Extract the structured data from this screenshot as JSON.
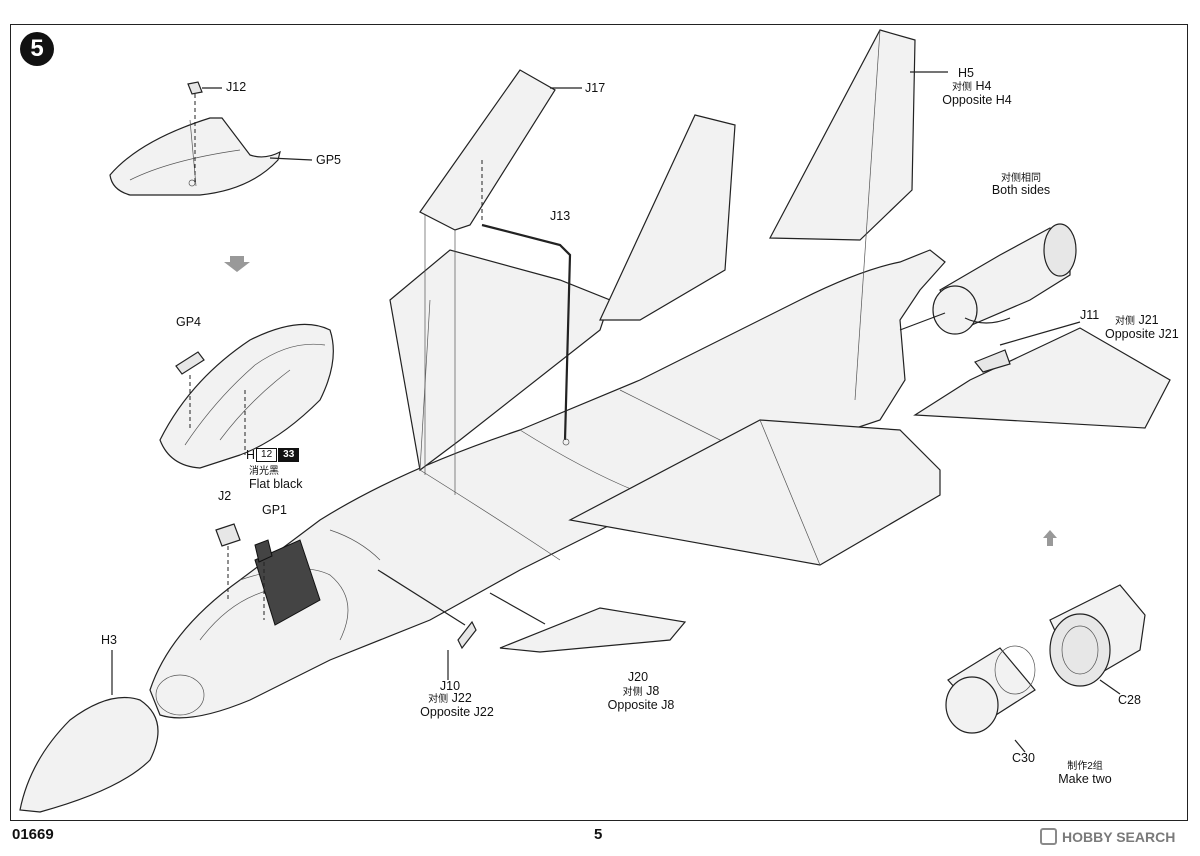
{
  "step": "5",
  "footer": {
    "product_code": "01669",
    "page": "5",
    "watermark": "HOBBY SEARCH"
  },
  "paint_callout": {
    "prefix": "H",
    "code1": "12",
    "code2": "33",
    "cn": "消光黑",
    "en": "Flat black"
  },
  "labels": {
    "j12": "J12",
    "gp5": "GP5",
    "j17": "J17",
    "j13": "J13",
    "h5": "H5",
    "h4_cn": "对侧",
    "h4": "H4",
    "h4_en": "Opposite H4",
    "both_cn": "对侧相同",
    "both_en": "Both sides",
    "gp4": "GP4",
    "j11": "J11",
    "j21_cn": "对侧",
    "j21": "J21",
    "j21_en": "Opposite J21",
    "j2": "J2",
    "gp1": "GP1",
    "h3": "H3",
    "j10": "J10",
    "j22_cn": "对侧",
    "j22": "J22",
    "j22_en": "Opposite J22",
    "j20": "J20",
    "j8_cn": "对侧",
    "j8": "J8",
    "j8_en": "Opposite J8",
    "c28": "C28",
    "c30": "C30",
    "make_two_cn": "制作2组",
    "make_two_en": "Make two"
  },
  "icons": [
    "step-arrow-down-icon",
    "step-arrow-up-icon"
  ]
}
